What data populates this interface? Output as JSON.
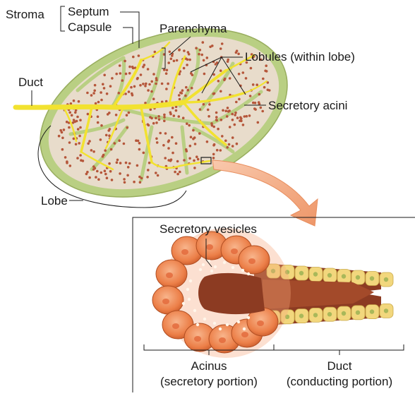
{
  "labels": {
    "stroma": "Stroma",
    "septum": "Septum",
    "capsule": "Capsule",
    "parenchyma": "Parenchyma",
    "lobules": "Lobules (within lobe)",
    "duct_upper": "Duct",
    "secretory_acini": "Secretory acini",
    "lobe": "Lobe",
    "secretory_vesicles": "Secretory vesicles",
    "acinus_line1": "Acinus",
    "acinus_line2": "(secretory portion)",
    "duct_lower_line1": "Duct",
    "duct_lower_line2": "(conducting portion)"
  },
  "colors": {
    "capsule_green": "#b9cf83",
    "parenchyma_beige": "#e8dccb",
    "duct_yellow": "#f2e230",
    "acinar_dot": "#b5563a",
    "cell_orange": "#ec7f48",
    "cell_light": "#f5a77a",
    "duct_cell": "#f2d77d",
    "nucleus_green": "#a9b85a",
    "lumen": "#8c3b22",
    "arrow": "#f0a47c"
  }
}
